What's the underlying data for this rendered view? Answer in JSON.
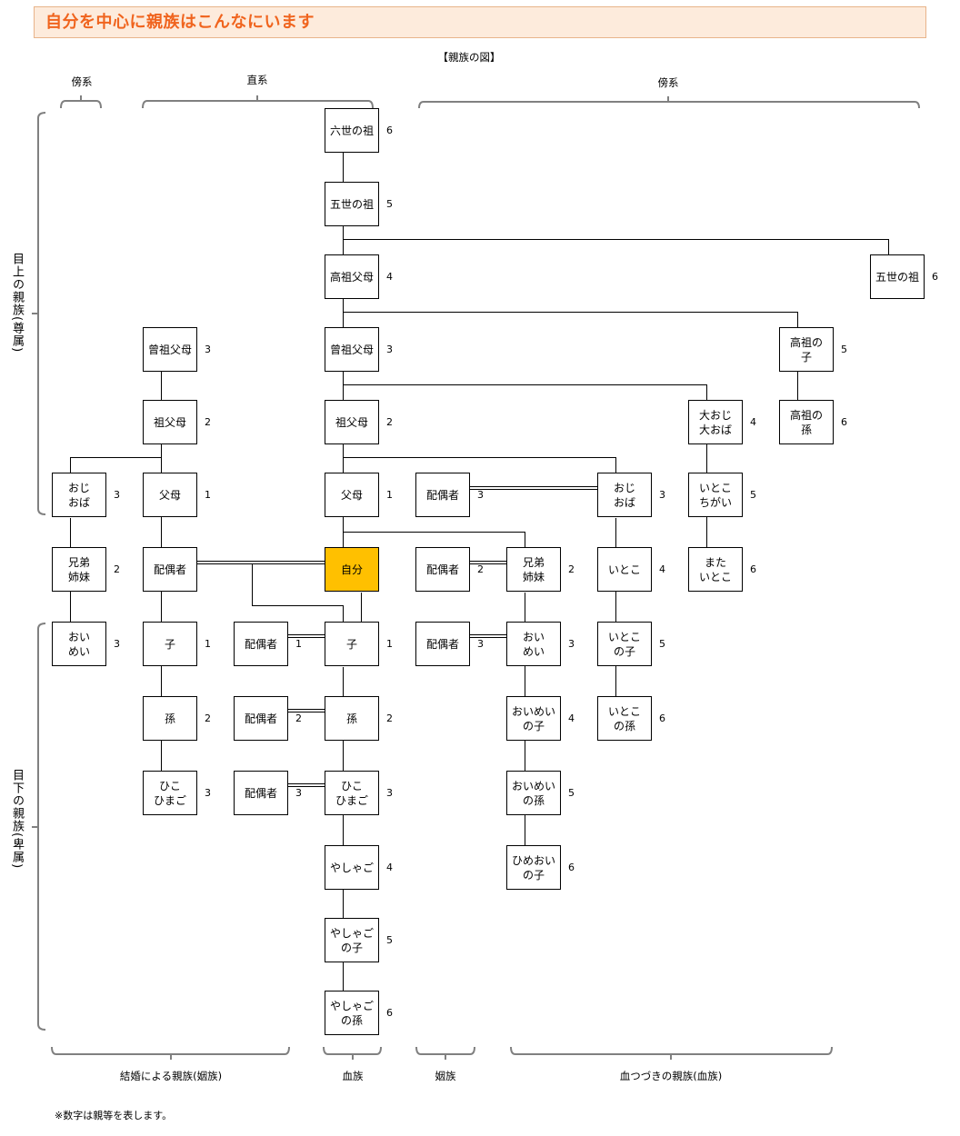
{
  "header": {
    "title": "自分を中心に親族はこんなにいます"
  },
  "diagram": {
    "caption": "【親族の図】",
    "top_brackets": {
      "collateral_left": "傍系",
      "direct": "直系",
      "collateral_right": "傍系"
    },
    "side_brackets": {
      "ascendants": "目上の親族(尊属)",
      "descendants": "目下の親族(卑属)"
    },
    "bottom_brackets": {
      "in_laws_marriage": "結婚による親族(姻族)",
      "blood_self": "血族",
      "in_laws": "姻族",
      "blood_relatives": "血つづきの親族(血族)"
    },
    "nodes": [
      {
        "id": "rokusei",
        "label": "六世の祖",
        "degree": "6"
      },
      {
        "id": "gosei",
        "label": "五世の祖",
        "degree": "5"
      },
      {
        "id": "koso",
        "label": "高祖父母",
        "degree": "4"
      },
      {
        "id": "gosei_side",
        "label": "五世の祖",
        "degree": "6"
      },
      {
        "id": "sousofu_inlaw",
        "label": "曾祖父母",
        "degree": "3"
      },
      {
        "id": "sousofu",
        "label": "曾祖父母",
        "degree": "3"
      },
      {
        "id": "koso_ko",
        "label": "高祖の\n子",
        "degree": "5"
      },
      {
        "id": "sofubo_inlaw",
        "label": "祖父母",
        "degree": "2"
      },
      {
        "id": "sofubo",
        "label": "祖父母",
        "degree": "2"
      },
      {
        "id": "oooji",
        "label": "大おじ\n大おば",
        "degree": "4"
      },
      {
        "id": "koso_mago",
        "label": "高祖の\n孫",
        "degree": "6"
      },
      {
        "id": "ojioba_inlaw",
        "label": "おじ\nおば",
        "degree": "3"
      },
      {
        "id": "fubo_inlaw",
        "label": "父母",
        "degree": "1"
      },
      {
        "id": "fubo",
        "label": "父母",
        "degree": "1"
      },
      {
        "id": "haigusha_ojioba",
        "label": "配偶者",
        "degree": "3"
      },
      {
        "id": "ojioba",
        "label": "おじ\nおば",
        "degree": "3"
      },
      {
        "id": "itoko_chigai",
        "label": "いとこ\nちがい",
        "degree": "5"
      },
      {
        "id": "kyodai_inlaw",
        "label": "兄弟\n姉妹",
        "degree": "2"
      },
      {
        "id": "haigusha_self",
        "label": "配偶者",
        "degree": ""
      },
      {
        "id": "jibun",
        "label": "自分",
        "degree": "",
        "highlight": true
      },
      {
        "id": "haigusha_kyodai",
        "label": "配偶者",
        "degree": "2"
      },
      {
        "id": "kyodai",
        "label": "兄弟\n姉妹",
        "degree": "2"
      },
      {
        "id": "itoko",
        "label": "いとこ",
        "degree": "4"
      },
      {
        "id": "mata_itoko",
        "label": "また\nいとこ",
        "degree": "6"
      },
      {
        "id": "oimei_inlaw",
        "label": "おい\nめい",
        "degree": "3"
      },
      {
        "id": "ko_inlaw",
        "label": "子",
        "degree": "1"
      },
      {
        "id": "haigusha_ko",
        "label": "配偶者",
        "degree": "1"
      },
      {
        "id": "ko",
        "label": "子",
        "degree": "1"
      },
      {
        "id": "haigusha_oimei",
        "label": "配偶者",
        "degree": "3"
      },
      {
        "id": "oimei",
        "label": "おい\nめい",
        "degree": "3"
      },
      {
        "id": "itoko_ko",
        "label": "いとこ\nの子",
        "degree": "5"
      },
      {
        "id": "mago_inlaw",
        "label": "孫",
        "degree": "2"
      },
      {
        "id": "haigusha_mago",
        "label": "配偶者",
        "degree": "2"
      },
      {
        "id": "mago",
        "label": "孫",
        "degree": "2"
      },
      {
        "id": "oimei_ko",
        "label": "おいめい\nの子",
        "degree": "4"
      },
      {
        "id": "itoko_mago",
        "label": "いとこ\nの孫",
        "degree": "6"
      },
      {
        "id": "hiko_inlaw",
        "label": "ひこ\nひまご",
        "degree": "3"
      },
      {
        "id": "haigusha_hiko",
        "label": "配偶者",
        "degree": "3"
      },
      {
        "id": "hiko",
        "label": "ひこ\nひまご",
        "degree": "3"
      },
      {
        "id": "oimei_mago",
        "label": "おいめい\nの孫",
        "degree": "5"
      },
      {
        "id": "yashago",
        "label": "やしゃご",
        "degree": "4"
      },
      {
        "id": "himeoi_ko",
        "label": "ひめおい\nの子",
        "degree": "6"
      },
      {
        "id": "yashago_ko",
        "label": "やしゃご\nの子",
        "degree": "5"
      },
      {
        "id": "yashago_mago",
        "label": "やしゃご\nの孫",
        "degree": "6"
      }
    ],
    "colors": {
      "self_fill": "#ffc000",
      "title_text": "#f0641e",
      "title_bg": "#fdebdc",
      "bracket": "#808080"
    },
    "footnote": "※数字は親等を表します。"
  }
}
